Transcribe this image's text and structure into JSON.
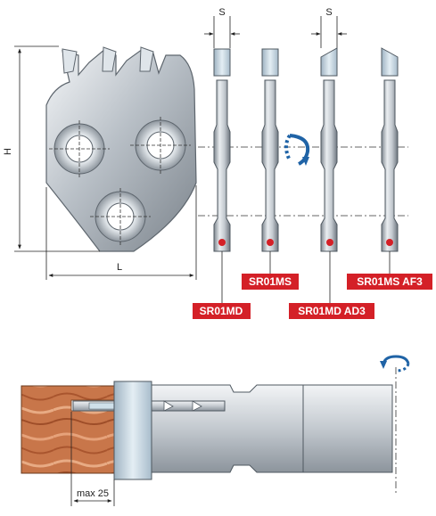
{
  "dimensions": {
    "height_label": "H",
    "length_label": "L",
    "thickness_label_1": "S",
    "thickness_label_2": "S",
    "depth_label": "max 25"
  },
  "products": [
    {
      "code": "SR01MD"
    },
    {
      "code": "SR01MS"
    },
    {
      "code": "SR01MD AD3"
    },
    {
      "code": "SR01MS AF3"
    }
  ],
  "colors": {
    "tag_red": "#d42027",
    "steel_mid": "#b5bcc3",
    "steel_dark": "#6f7780",
    "insert_blue": "#cfe0ea",
    "wood": "#c9784a",
    "rotation_blue": "#1f63a6"
  },
  "icons": [
    "rotation-arrow-icon",
    "rotation-arrow-icon"
  ]
}
